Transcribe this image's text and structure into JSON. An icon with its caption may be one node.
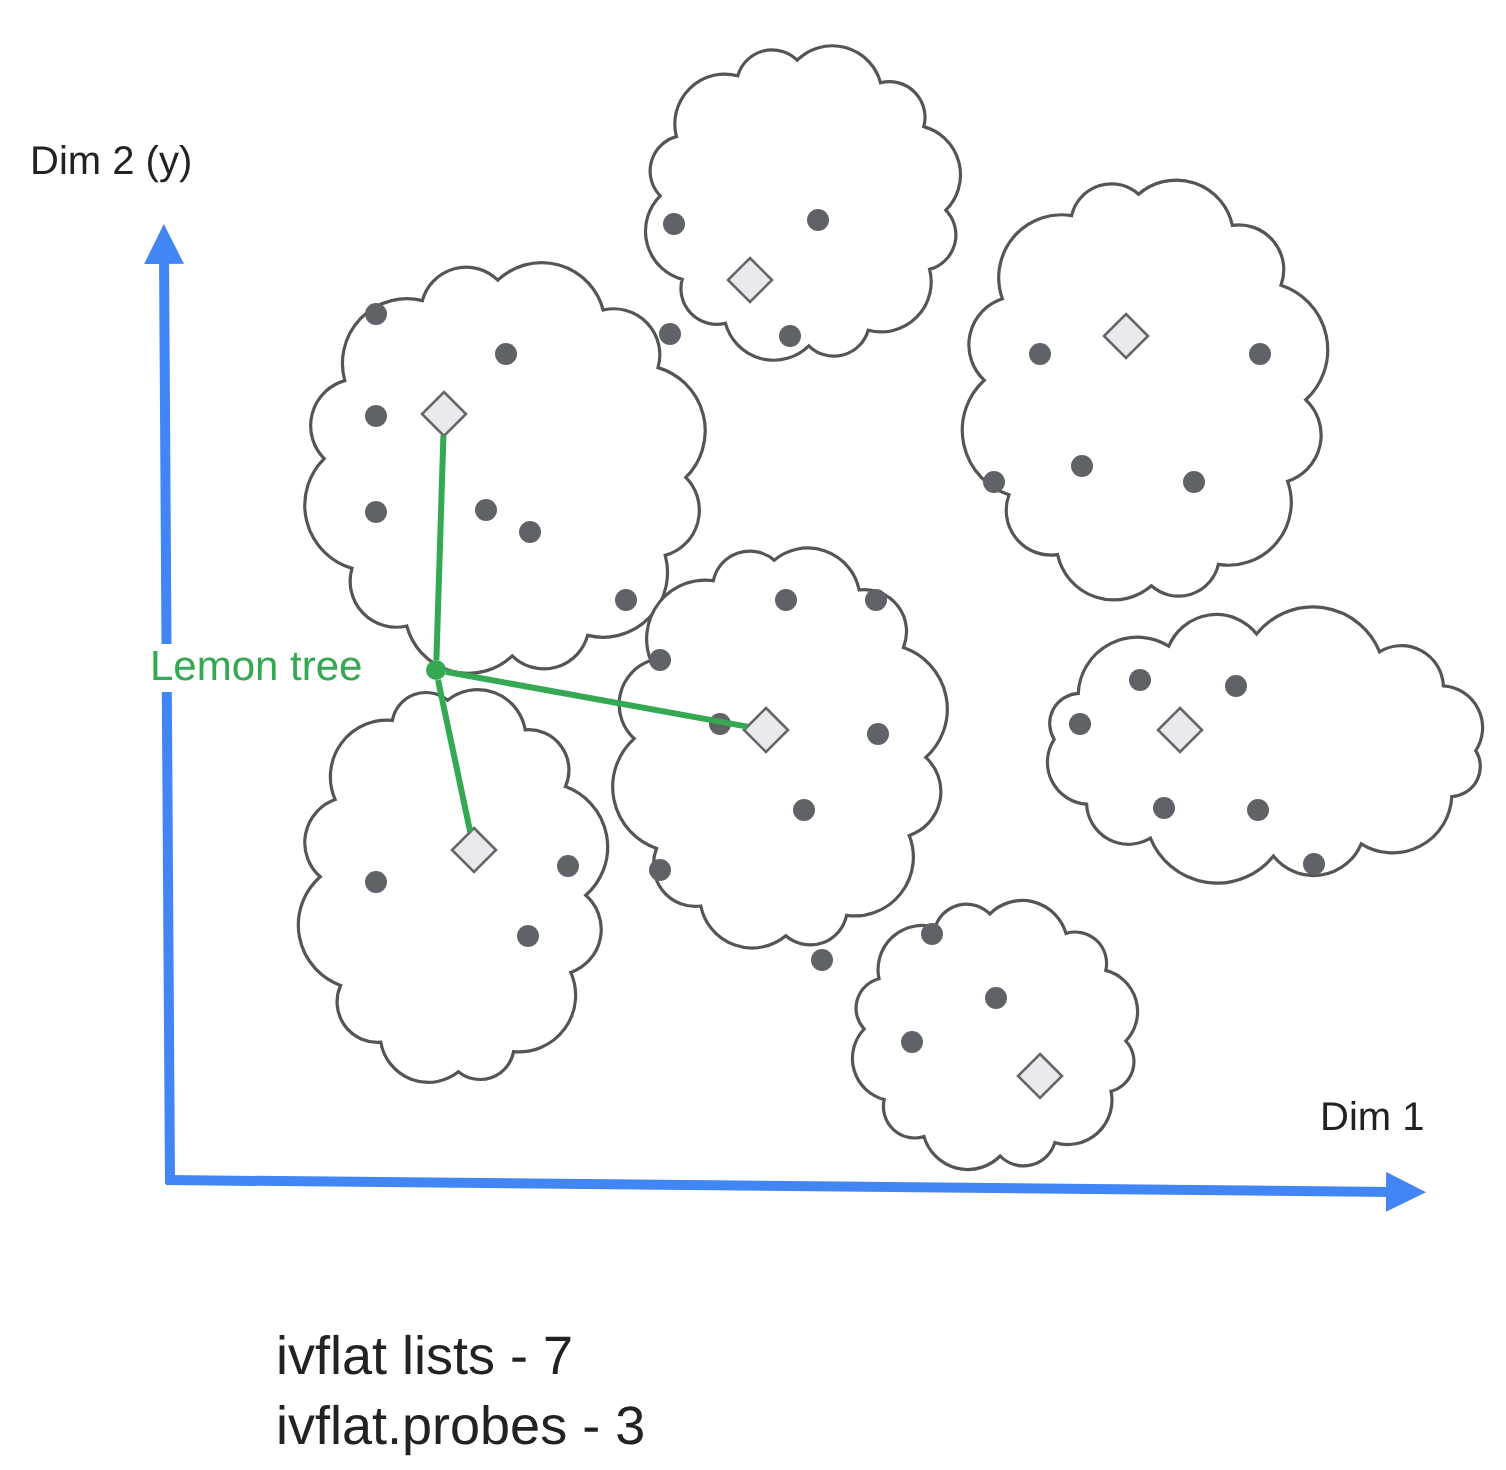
{
  "diagram": {
    "nodes": [
      {
        "text": [],
        "shape": "cloud"
      },
      {
        "text": [],
        "shape": "diamond",
        "in": 0
      },
      {
        "text": [],
        "shape": "cloud"
      },
      {
        "text": [],
        "shape": "diamond",
        "in": 2
      },
      {
        "text": [],
        "shape": "cloud"
      },
      {
        "text": [],
        "shape": "diamond",
        "in": 4
      },
      {
        "text": [],
        "shape": "cloud"
      },
      {
        "text": [],
        "shape": "diamond",
        "in": 6
      },
      {
        "text": [],
        "shape": "circle",
        "beside": [
          "Lemon tree"
        ]
      },
      {
        "text": [],
        "shape": "cloud"
      },
      {
        "text": [],
        "shape": "diamond",
        "in": 9
      },
      {
        "text": [],
        "shape": "cloud"
      },
      {
        "text": [],
        "shape": "diamond",
        "in": 11
      },
      {
        "text": [],
        "shape": "cloud"
      },
      {
        "text": [],
        "shape": "diamond",
        "in": 13
      }
    ],
    "edges": [
      {
        "from": 8,
        "to": 5,
        "arrow": "none"
      },
      {
        "from": 8,
        "to": 7,
        "arrow": "none"
      },
      {
        "from": 8,
        "to": 12,
        "arrow": "none"
      }
    ],
    "labels": [
      "Dim 2 (y)",
      "Dim 1",
      "ivflat lists - 7",
      "ivflat.probes - 3"
    ]
  }
}
